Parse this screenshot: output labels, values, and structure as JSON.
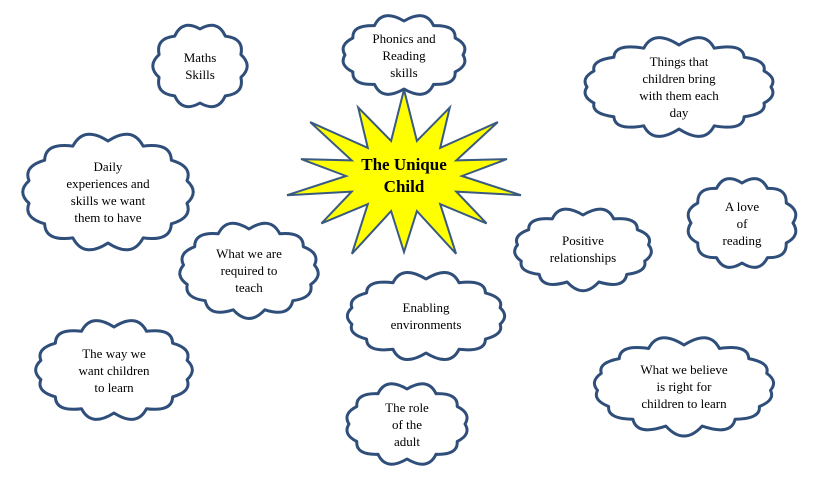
{
  "center": {
    "text": "The Unique\nChild",
    "color": "#ffff00"
  },
  "outline_color": "#2f4f7a",
  "clouds": [
    {
      "id": "maths-skills",
      "text": "Maths\nSkills"
    },
    {
      "id": "phonics-reading",
      "text": "Phonics and\nReading\nskills"
    },
    {
      "id": "things-children-bring",
      "text": "Things that\nchildren bring\nwith them each\nday"
    },
    {
      "id": "daily-experiences",
      "text": "Daily\nexperiences and\nskills we want\nthem to have"
    },
    {
      "id": "love-of-reading",
      "text": "A love\nof\nreading"
    },
    {
      "id": "positive-relationships",
      "text": "Positive\nrelationships"
    },
    {
      "id": "required-to-teach",
      "text": "What we are\nrequired to\nteach"
    },
    {
      "id": "enabling-environments",
      "text": "Enabling\nenvironments"
    },
    {
      "id": "way-children-learn",
      "text": "The way we\nwant children\nto learn"
    },
    {
      "id": "what-we-believe",
      "text": "What we believe\nis right for\nchildren to learn"
    },
    {
      "id": "role-of-adult",
      "text": "The role\nof the\nadult"
    }
  ]
}
